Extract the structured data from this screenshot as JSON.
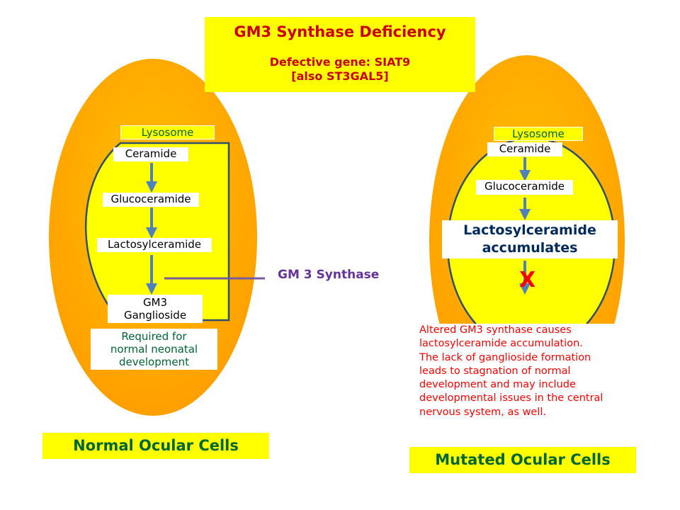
{
  "title": "GM3 Synthase Deficiency",
  "gene_line1": "Defective gene: SIAT9",
  "gene_line2": "[also ST3GAL5]",
  "enzyme_label": "GM 3 Synthase",
  "normal": {
    "lysosome": "Lysosome",
    "step1": "Ceramide",
    "step2": "Glucoceramide",
    "step3": "Lactosylceramide",
    "step4_line1": "GM3",
    "step4_line2": "Ganglioside",
    "required_line1": "Required for",
    "required_line2": "normal neonatal",
    "required_line3": "development",
    "caption": "Normal Ocular Cells"
  },
  "mutated": {
    "lysosome": "Lysosome",
    "step1": "Ceramide",
    "step2": "Glucoceramide",
    "accum_line1": "Lactosylceramide",
    "accum_line2": "accumulates",
    "block_mark": "X",
    "desc_lines": [
      "Altered GM3 synthase causes",
      "lactosylceramide accumulation.",
      "The lack of ganglioside formation",
      "leads to stagnation of normal",
      "development and may include",
      "developmental issues in the central",
      "nervous system, as well."
    ],
    "caption": "Mutated Ocular Cells"
  },
  "colors": {
    "cell_fill": "#ffa800",
    "lysosome_fill": "#ffff00",
    "outline": "#2f4f6f",
    "arrow": "#4f81bd",
    "enzyme_line": "#7a5a9e"
  }
}
